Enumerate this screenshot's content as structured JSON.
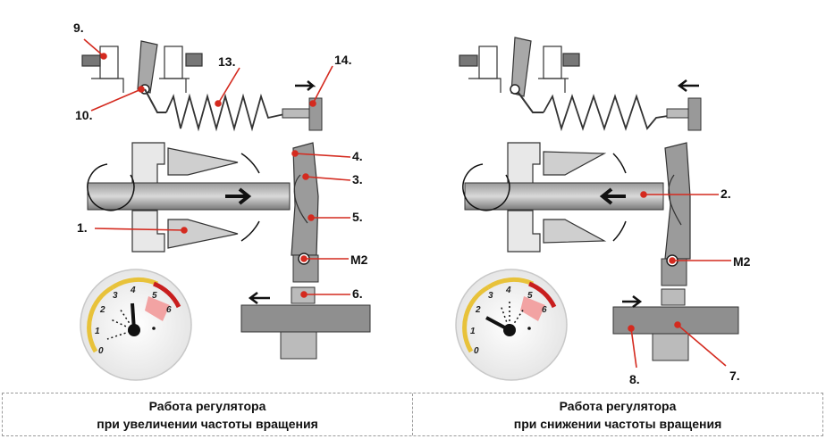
{
  "panels": [
    {
      "labels": {
        "l9": "9.",
        "l10": "10.",
        "l13": "13.",
        "l14": "14.",
        "l4": "4.",
        "l3": "3.",
        "l5": "5.",
        "l1": "1.",
        "m2": "M2",
        "l6": "6."
      },
      "gauge": {
        "ticks": [
          "0",
          "1",
          "2",
          "3",
          "4",
          "5",
          "6"
        ]
      },
      "caption": {
        "line1": "Работа регулятора",
        "line2": "при увеличении частоты вращения"
      }
    },
    {
      "labels": {
        "l2": "2.",
        "m2": "M2",
        "l8": "8.",
        "l7": "7."
      },
      "gauge": {
        "ticks": [
          "0",
          "1",
          "2",
          "3",
          "4",
          "5",
          "6"
        ]
      },
      "caption": {
        "line1": "Работа регулятора",
        "line2": "при снижении частоты вращения"
      }
    }
  ],
  "colors": {
    "leader": "#d42a1f",
    "accent_red": "#c81e1e",
    "highlight": "#f2a3a3",
    "yellow": "#e8c23a",
    "part_gray": "#8c8c8c",
    "part_dark": "#555555"
  }
}
